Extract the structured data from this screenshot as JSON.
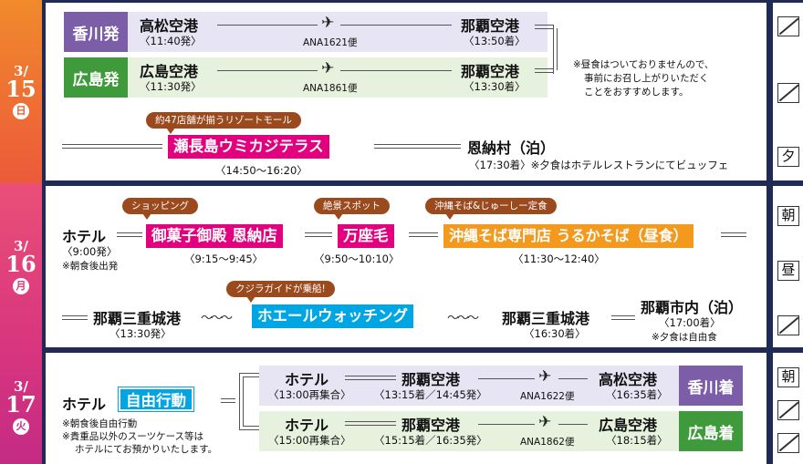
{
  "day1": {
    "date": {
      "month": "3/",
      "day": "15",
      "weekday": "日"
    },
    "kagawa_label": "香川発",
    "takamatsu": "高松空港",
    "takamatsu_time": "〈11:40発〉",
    "flight1": "ANA1621便",
    "naha1": "那覇空港",
    "naha1_time": "〈13:50着〉",
    "hiroshima_label": "広島発",
    "hiroshima": "広島空港",
    "hiroshima_time": "〈11:30発〉",
    "flight2": "ANA1861便",
    "naha2": "那覇空港",
    "naha2_time": "〈13:30着〉",
    "note": [
      "※昼食はついておりませんので、",
      "事前にお召し上がりいただく",
      "ことをおすすめします。"
    ],
    "tag": "約47店舗が揃うリゾートモール",
    "spot": "瀬長島ウミカジテラス",
    "spot_time": "〈14:50〜16:20〉",
    "hotel": "恩納村（泊）",
    "hotel_note": "〈17:30着〉※夕食はホテルレストランにてビュッフェ",
    "meals": [
      "",
      "",
      "夕"
    ]
  },
  "day2": {
    "date": {
      "month": "3/",
      "day": "16",
      "weekday": "月"
    },
    "hotel": "ホテル",
    "hotel_time": "〈9:00発〉",
    "hotel_note": "※朝食後出発",
    "tag1": "ショッピング",
    "spot1": "御菓子御殿 恩納店",
    "spot1_time": "〈9:15〜9:45〉",
    "tag2": "絶景スポット",
    "spot2": "万座毛",
    "spot2_time": "〈9:50〜10:10〉",
    "tag3": "沖縄そば&じゅーしー定食",
    "spot3": "沖縄そば専門店 うるかそば（昼食）",
    "spot3_time": "〈11:30〜12:40〉",
    "port1": "那覇三重城港",
    "port1_time": "〈13:30発〉",
    "tag4": "クジラガイドが乗船!",
    "spot4": "ホエールウォッチング",
    "port2": "那覇三重城港",
    "port2_time": "〈16:30着〉",
    "stay": "那覇市内（泊）",
    "stay_time": "〈17:00着〉",
    "stay_note": "※夕食は自由食",
    "meals": [
      "朝",
      "昼",
      ""
    ]
  },
  "day3": {
    "date": {
      "month": "3/",
      "day": "17",
      "weekday": "火"
    },
    "hotel": "ホテル",
    "free": "自由行動",
    "note": [
      "※朝食後自由行動",
      "※貴重品以外のスーツケース等は",
      "ホテルにてお預かりいたします。"
    ],
    "r1_hotel": "ホテル",
    "r1_hotel_time": "〈13:00再集合〉",
    "r1_naha": "那覇空港",
    "r1_naha_time": "〈13:15着／14:45発〉",
    "r1_flight": "ANA1622便",
    "r1_dest": "高松空港",
    "r1_dest_time": "〈16:35着〉",
    "r1_label": "香川着",
    "r2_hotel": "ホテル",
    "r2_hotel_time": "〈15:00再集合〉",
    "r2_naha": "那覇空港",
    "r2_naha_time": "〈15:15着／16:35発〉",
    "r2_flight": "ANA1862便",
    "r2_dest": "広島空港",
    "r2_dest_time": "〈18:15着〉",
    "r2_label": "広島着",
    "meals": [
      "朝",
      "",
      ""
    ]
  }
}
